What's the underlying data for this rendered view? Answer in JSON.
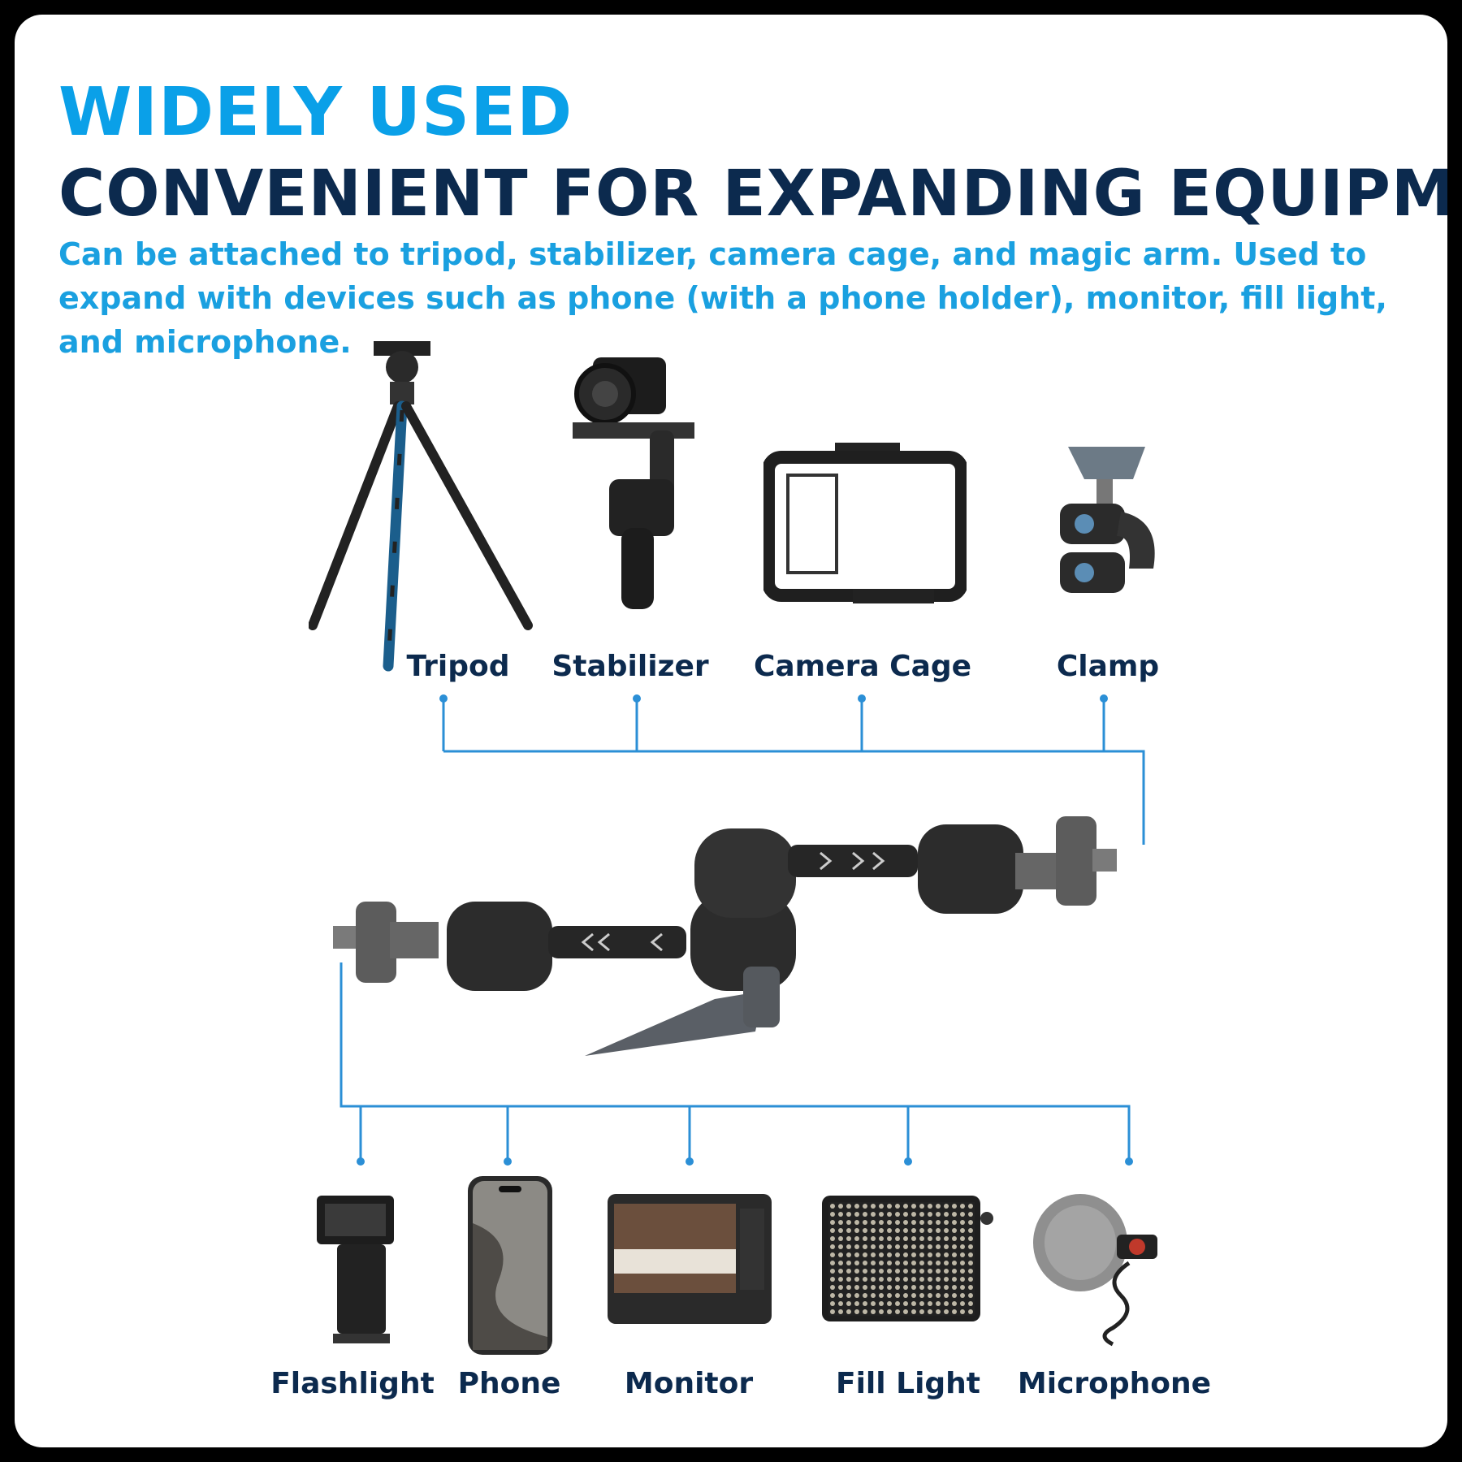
{
  "headline": {
    "line1": "WIDELY USED",
    "line2": "CONVENIENT FOR EXPANDING EQUIPMENT",
    "description": "Can be attached to tripod, stabilizer, camera cage, and magic arm. Used to expand with devices such as phone (with a phone holder), monitor, fill light, and microphone."
  },
  "top_items": [
    {
      "label": "Tripod",
      "icon": "tripod-icon"
    },
    {
      "label": "Stabilizer",
      "icon": "stabilizer-icon"
    },
    {
      "label": "Camera Cage",
      "icon": "camera-cage-icon"
    },
    {
      "label": "Clamp",
      "icon": "clamp-icon"
    }
  ],
  "bottom_items": [
    {
      "label": "Flashlight",
      "icon": "flashlight-icon"
    },
    {
      "label": "Phone",
      "icon": "phone-icon"
    },
    {
      "label": "Monitor",
      "icon": "monitor-icon"
    },
    {
      "label": "Fill Light",
      "icon": "fill-light-icon"
    },
    {
      "label": "Microphone",
      "icon": "microphone-icon"
    }
  ],
  "center_product": {
    "icon": "magic-arm-icon"
  },
  "colors": {
    "accent": "#0aa0e8",
    "navy": "#0c2a4e",
    "connector": "#2b8fd6"
  }
}
